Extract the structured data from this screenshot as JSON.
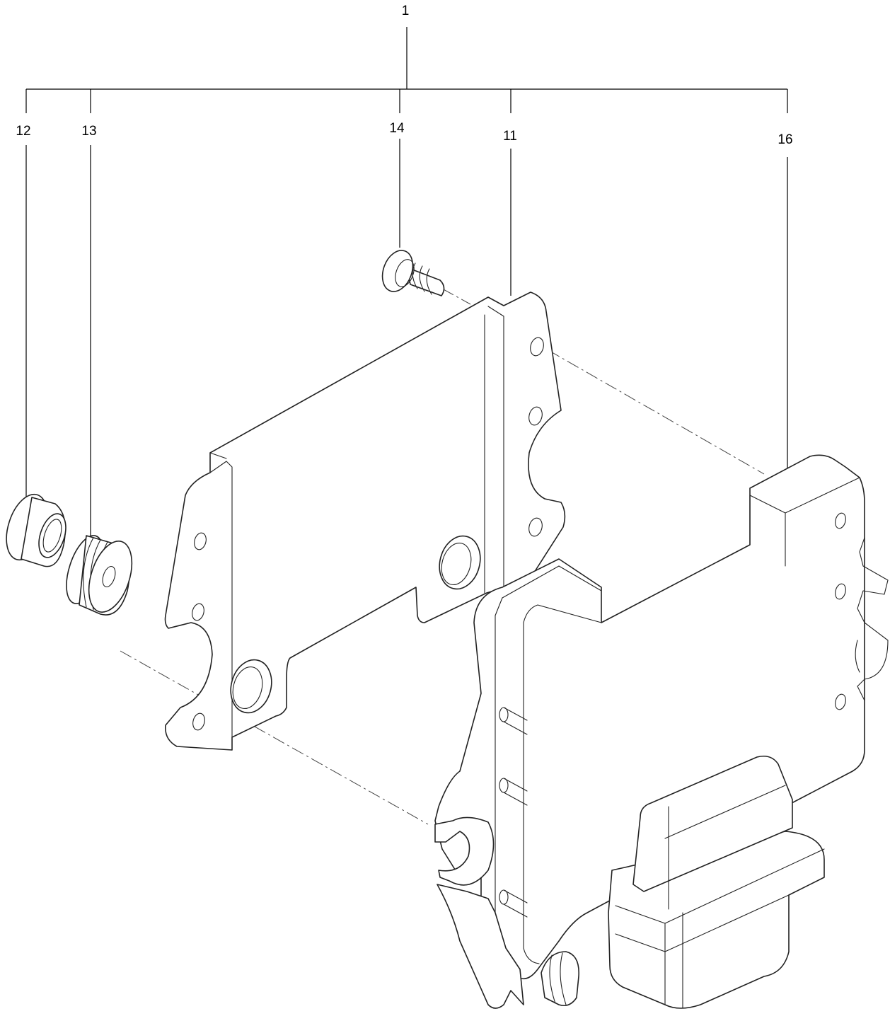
{
  "diagram": {
    "callouts": {
      "assembly": "1",
      "part_11": "11",
      "part_12": "12",
      "part_13": "13",
      "part_14": "14",
      "part_16": "16"
    },
    "line_color": "#222222",
    "background": "#ffffff"
  }
}
